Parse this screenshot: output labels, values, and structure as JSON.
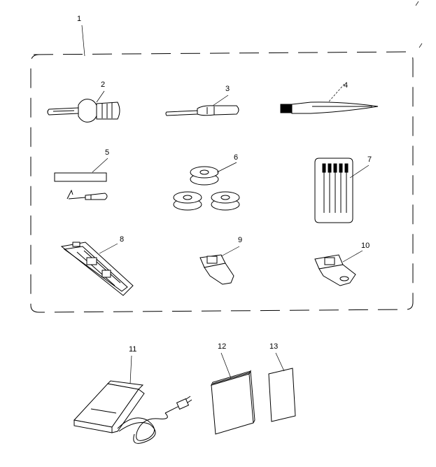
{
  "parts": [
    {
      "id": "kit",
      "label": "1"
    },
    {
      "id": "large-screwdriver",
      "label": "2"
    },
    {
      "id": "small-screwdriver",
      "label": "3"
    },
    {
      "id": "lint-brush",
      "label": "4"
    },
    {
      "id": "seam-ripper",
      "label": "5"
    },
    {
      "id": "bobbins",
      "label": "6"
    },
    {
      "id": "needle-pack",
      "label": "7"
    },
    {
      "id": "buttonhole-foot",
      "label": "8"
    },
    {
      "id": "zipper-foot",
      "label": "9"
    },
    {
      "id": "general-purpose-foot",
      "label": "10"
    },
    {
      "id": "foot-controller",
      "label": "11"
    },
    {
      "id": "instruction-book",
      "label": "12"
    },
    {
      "id": "parts-list-card",
      "label": "13"
    }
  ]
}
